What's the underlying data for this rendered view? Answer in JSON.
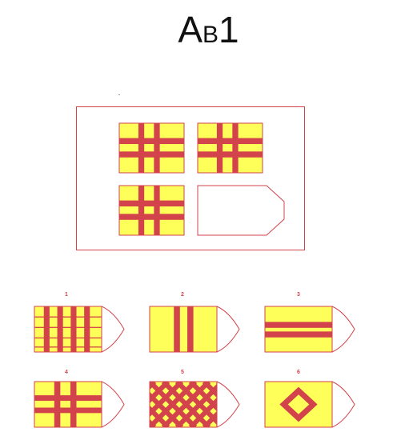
{
  "title": {
    "big": "A",
    "small": "B",
    "number": "1"
  },
  "colors": {
    "yellow": "#ffff5a",
    "red": "#d2434b",
    "line": "#d2434b"
  },
  "matrix": {
    "cells": [
      {
        "pattern": "cross-double"
      },
      {
        "pattern": "cross-double"
      },
      {
        "pattern": "cross-double"
      },
      {
        "pattern": "empty"
      }
    ]
  },
  "options": [
    {
      "number": "1",
      "pattern": "grid"
    },
    {
      "number": "2",
      "pattern": "vertical-double"
    },
    {
      "number": "3",
      "pattern": "horizontal-double"
    },
    {
      "number": "4",
      "pattern": "cross-double"
    },
    {
      "number": "5",
      "pattern": "lattice"
    },
    {
      "number": "6",
      "pattern": "diamond"
    }
  ]
}
